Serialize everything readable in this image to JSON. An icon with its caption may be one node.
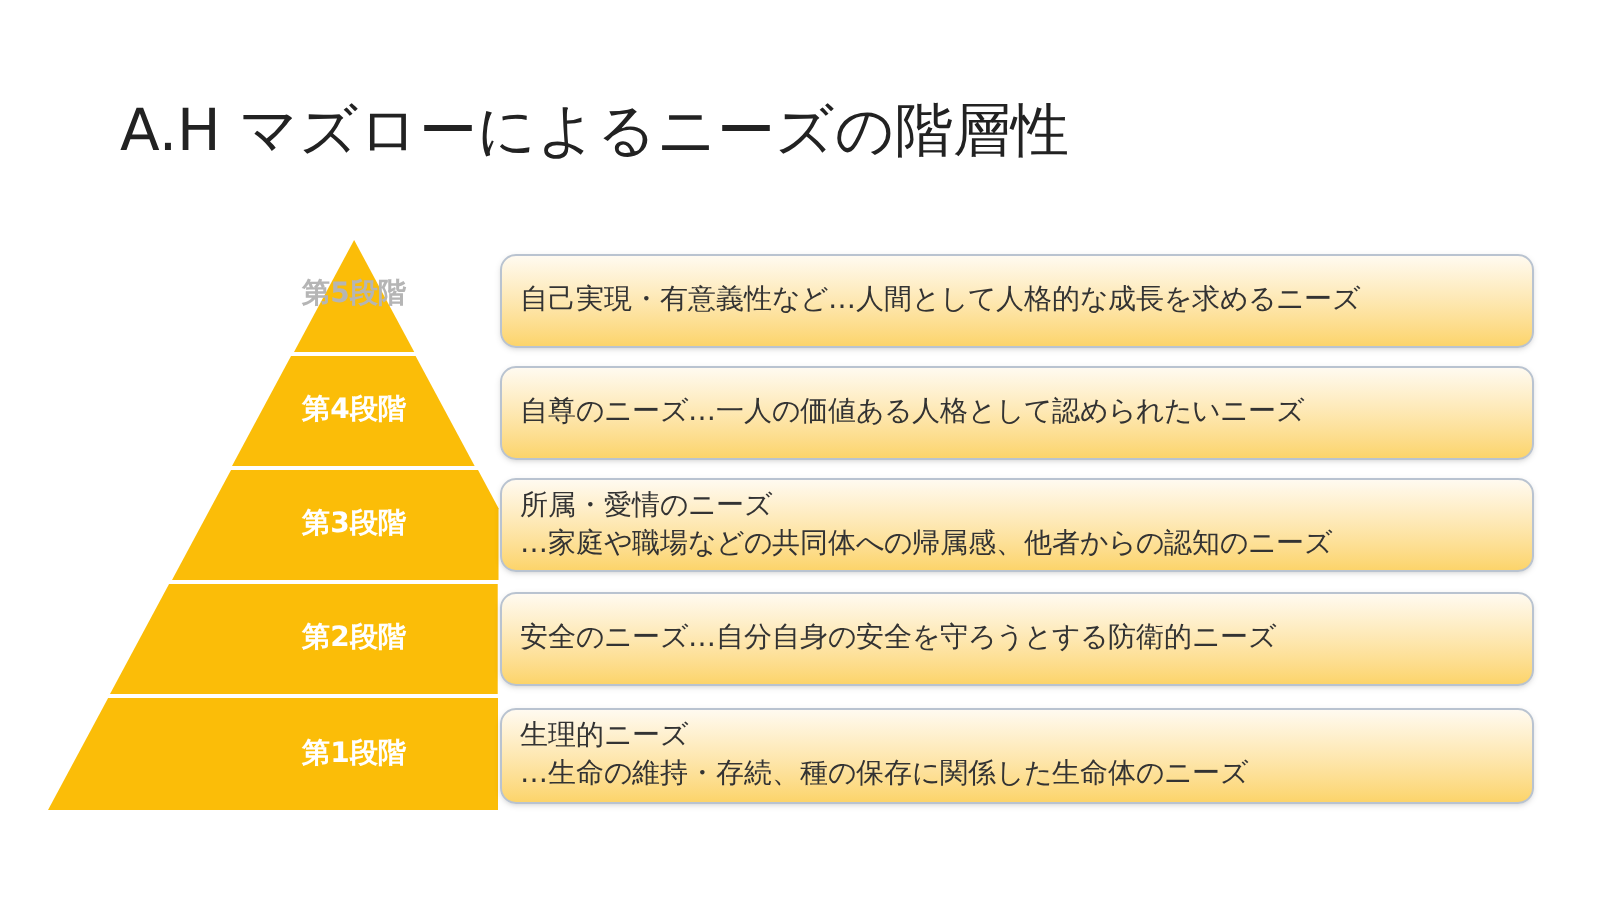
{
  "diagram": {
    "title": "A.H マズローによるニーズの階層性",
    "nodes": [
      {
        "text": [
          "第5段階"
        ]
      },
      {
        "text": [
          "自己実現・有意義性など…人間として人格的な成長を求めるニーズ"
        ]
      },
      {
        "text": [
          "第4段階"
        ]
      },
      {
        "text": [
          "自尊のニーズ…一人の価値ある人格として認められたいニーズ"
        ]
      },
      {
        "text": [
          "第3段階"
        ]
      },
      {
        "text": [
          "所属・愛情のニーズ",
          "…家庭や職場などの共同体への帰属感、他者からの認知のニーズ"
        ]
      },
      {
        "text": [
          "第2段階"
        ]
      },
      {
        "text": [
          "安全のニーズ…自分自身の安全を守ろうとする防衛的ニーズ"
        ]
      },
      {
        "text": [
          "第1段階"
        ]
      },
      {
        "text": [
          "生理的ニーズ",
          "…生命の維持・存続、種の保存に関係した生命体のニーズ"
        ]
      }
    ]
  }
}
